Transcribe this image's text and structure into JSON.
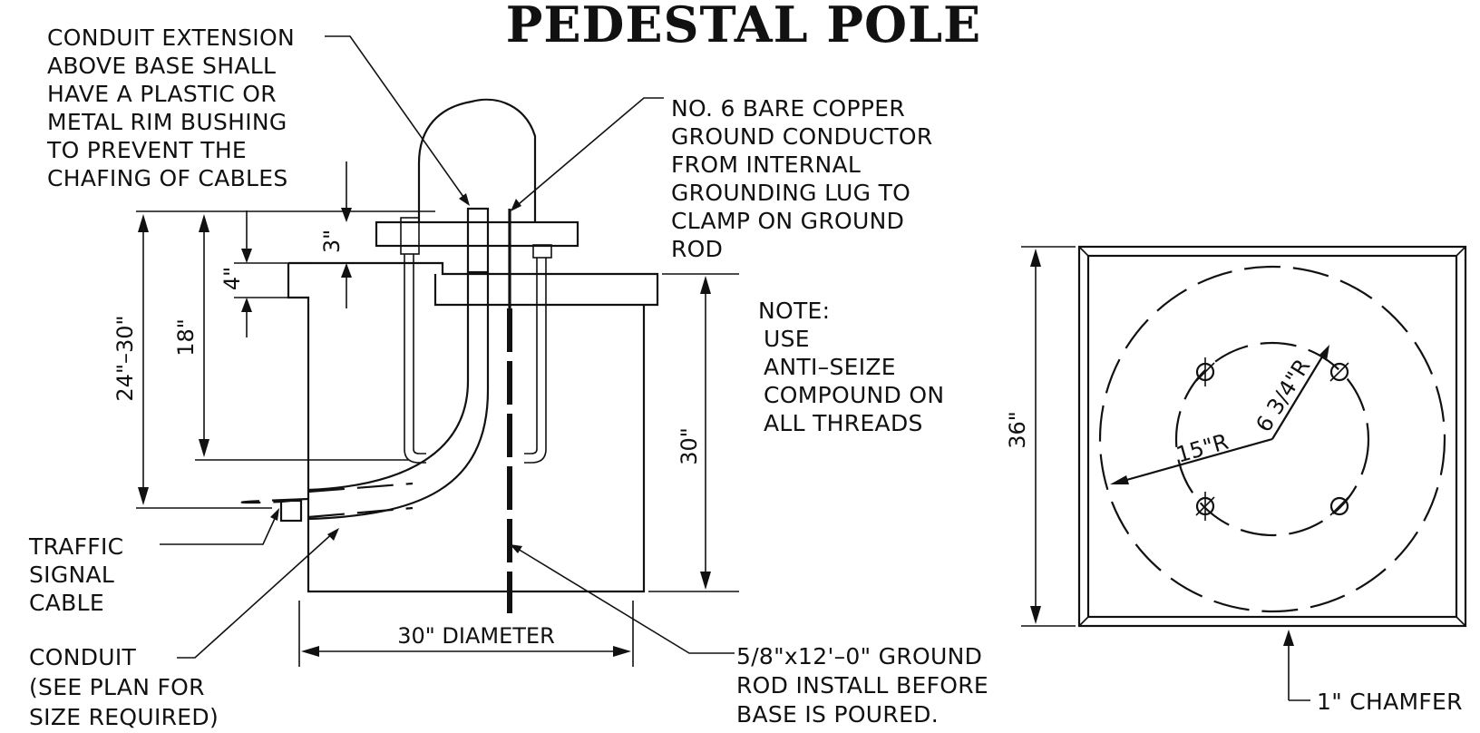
{
  "title": "PEDESTAL POLE",
  "callouts": {
    "conduit_extension": [
      "CONDUIT EXTENSION",
      "ABOVE BASE SHALL",
      "HAVE A PLASTIC OR",
      "METAL RIM BUSHING",
      "TO PREVENT THE",
      "CHAFING OF CABLES"
    ],
    "ground_conductor": [
      "NO. 6 BARE COPPER",
      "GROUND CONDUCTOR",
      "FROM INTERNAL",
      "GROUNDING LUG TO",
      "CLAMP ON GROUND",
      "ROD"
    ],
    "note": [
      "NOTE:",
      "USE",
      "ANTI–SEIZE",
      "COMPOUND ON",
      "ALL THREADS"
    ],
    "traffic_signal_cable": [
      "TRAFFIC",
      "SIGNAL",
      "CABLE"
    ],
    "conduit": [
      "CONDUIT",
      "(SEE PLAN FOR",
      "SIZE REQUIRED)"
    ],
    "ground_rod": [
      "5/8\"x12'–0\" GROUND",
      "ROD INSTALL BEFORE",
      "BASE IS  POURED."
    ],
    "chamfer": "1\"  CHAMFER"
  },
  "dimensions": {
    "overall_height": "24\"–30\"",
    "anchor_length": "18\"",
    "projection_4": "4\"",
    "projection_3": "3\"",
    "base_depth": "30\"",
    "diameter": "30\"  DIAMETER",
    "square_side": "36\"",
    "radius_large": "15\"R",
    "radius_small": "6 3/4\"R"
  }
}
